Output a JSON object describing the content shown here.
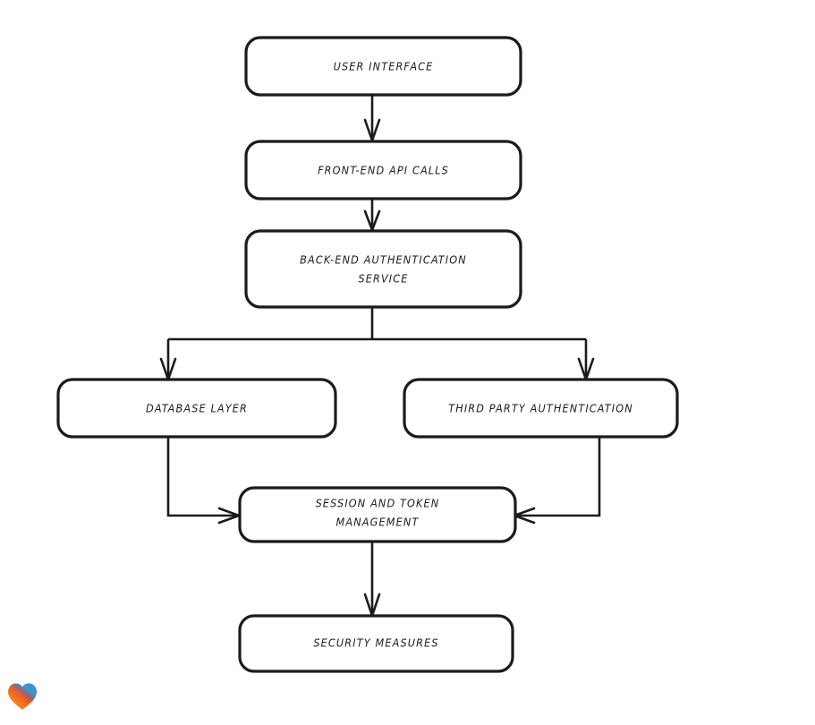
{
  "diagram": {
    "title": "Authentication System Architecture Flowchart",
    "style": "hand-drawn",
    "background_color": "#ffffff",
    "stroke_color": "#1b1b1b",
    "node_fill": "#ffffff",
    "nodes": [
      {
        "id": "user-interface",
        "label": "USER INTERFACE",
        "lines": [
          "USER INTERFACE"
        ]
      },
      {
        "id": "front-end-api-calls",
        "label": "FRONT-END API CALLS",
        "lines": [
          "FRONT-END API CALLS"
        ]
      },
      {
        "id": "back-end-auth-service",
        "label": "BACK-END AUTHENTICATION SERVICE",
        "lines": [
          "BACK-END AUTHENTICATION",
          "SERVICE"
        ]
      },
      {
        "id": "database-layer",
        "label": "DATABASE LAYER",
        "lines": [
          "DATABASE LAYER"
        ]
      },
      {
        "id": "third-party-auth",
        "label": "THIRD PARTY AUTHENTICATION",
        "lines": [
          "THIRD PARTY AUTHENTICATION"
        ]
      },
      {
        "id": "session-token-mgmt",
        "label": "SESSION AND TOKEN MANAGEMENT",
        "lines": [
          "SESSION AND TOKEN",
          "MANAGEMENT"
        ]
      },
      {
        "id": "security-measures",
        "label": "SECURITY MEASURES",
        "lines": [
          "SECURITY MEASURES"
        ]
      }
    ],
    "edges": [
      {
        "from": "user-interface",
        "to": "front-end-api-calls",
        "direction": "down"
      },
      {
        "from": "front-end-api-calls",
        "to": "back-end-auth-service",
        "direction": "down"
      },
      {
        "from": "back-end-auth-service",
        "to": "database-layer",
        "direction": "down-branch-left"
      },
      {
        "from": "back-end-auth-service",
        "to": "third-party-auth",
        "direction": "down-branch-right"
      },
      {
        "from": "database-layer",
        "to": "session-token-mgmt",
        "direction": "down-then-right"
      },
      {
        "from": "third-party-auth",
        "to": "session-token-mgmt",
        "direction": "down-then-left"
      },
      {
        "from": "session-token-mgmt",
        "to": "security-measures",
        "direction": "down"
      }
    ]
  },
  "watermark": {
    "icon": "heart-icon",
    "colors": [
      "#e8342a",
      "#f08a1e",
      "#f5a623",
      "#2aa3dd",
      "#3f7fd6"
    ]
  }
}
